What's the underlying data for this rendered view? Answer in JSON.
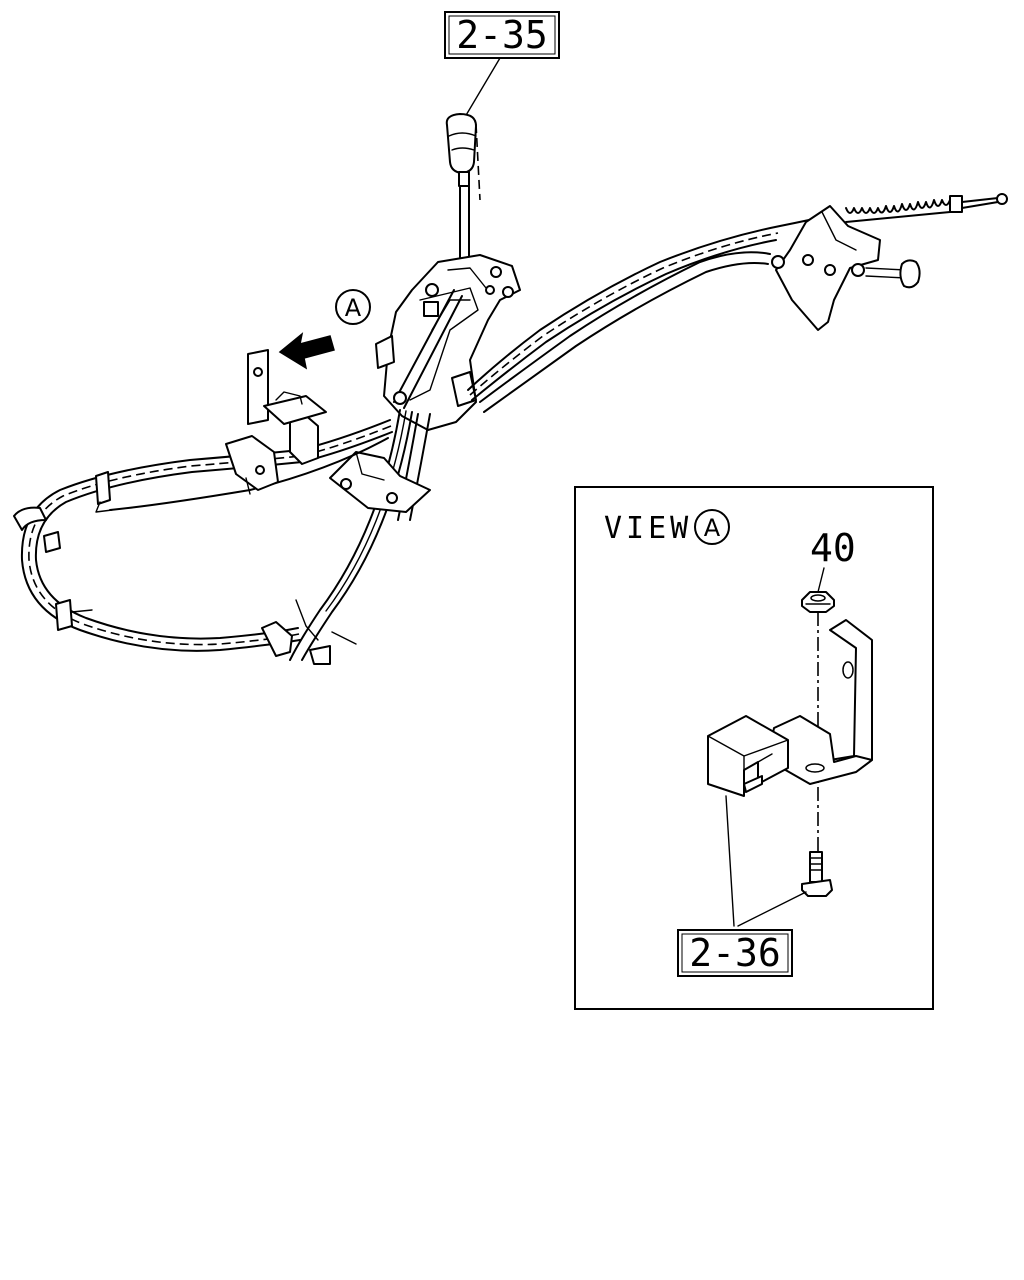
{
  "callouts": {
    "shift_lever": "2-35",
    "bracket_bolt": "2-36",
    "nut": "40"
  },
  "view_marker": "A",
  "view_box": {
    "view_word": "VIEW",
    "view_letter": "A"
  }
}
